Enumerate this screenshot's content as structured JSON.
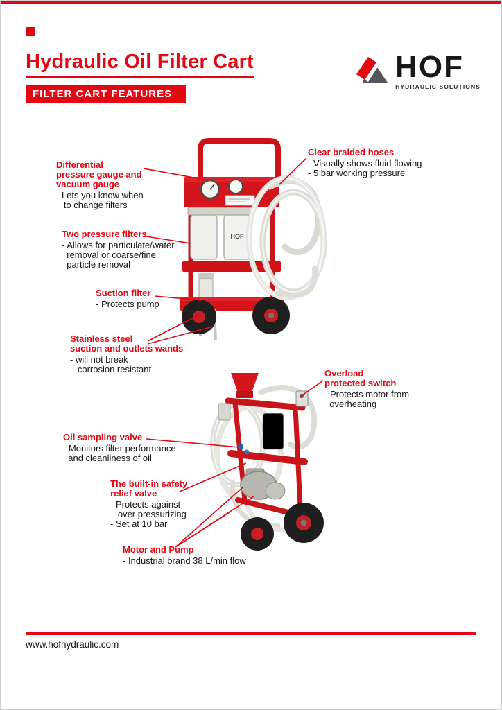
{
  "header": {
    "title": "Hydraulic Oil Filter Cart",
    "banner": "FILTER CART FEATURES",
    "logo_text": "HOF",
    "logo_tagline": "HYDRAULIC SOLUTIONS"
  },
  "colors": {
    "accent_red": "#e30613",
    "cart_red": "#d4161c",
    "text_black": "#151515",
    "logo_gray": "#53575c"
  },
  "icons": {
    "logo_mark": "hof-diamond-logo"
  },
  "annotations": [
    {
      "id": "differential-gauge",
      "title": "Differential\npressure gauge and\nvacuum gauge",
      "body": "- Lets you know when\n   to change filters"
    },
    {
      "id": "clear-braided-hoses",
      "title": "Clear braided hoses",
      "body": "- Visually shows fluid flowing\n- 5 bar working pressure"
    },
    {
      "id": "two-pressure-filters",
      "title": "Two pressure filters",
      "body": "- Allows for particulate/water\n  removal or coarse/fine\n  particle removal"
    },
    {
      "id": "suction-filter",
      "title": "Suction filter",
      "body": "- Protects pump"
    },
    {
      "id": "stainless-wands",
      "title": "Stainless steel\nsuction and outlets wands",
      "body": "- will not break\n   corrosion resistant"
    },
    {
      "id": "overload-switch",
      "title": "Overload\nprotected switch",
      "body": "- Protects motor from\n  overheating"
    },
    {
      "id": "oil-sampling-valve",
      "title": "Oil sampling valve",
      "body": "- Monitors filter performance\n  and cleanliness of oil"
    },
    {
      "id": "safety-relief-valve",
      "title": "The built-in safety\nrelief valve",
      "body": "- Protects against\n   over pressurizing\n- Set at 10 bar"
    },
    {
      "id": "motor-and-pump",
      "title": "Motor and Pump",
      "body": "- Industrial brand 38 L/min flow"
    }
  ],
  "footer": {
    "url": "www.hofhydraulic.com"
  }
}
